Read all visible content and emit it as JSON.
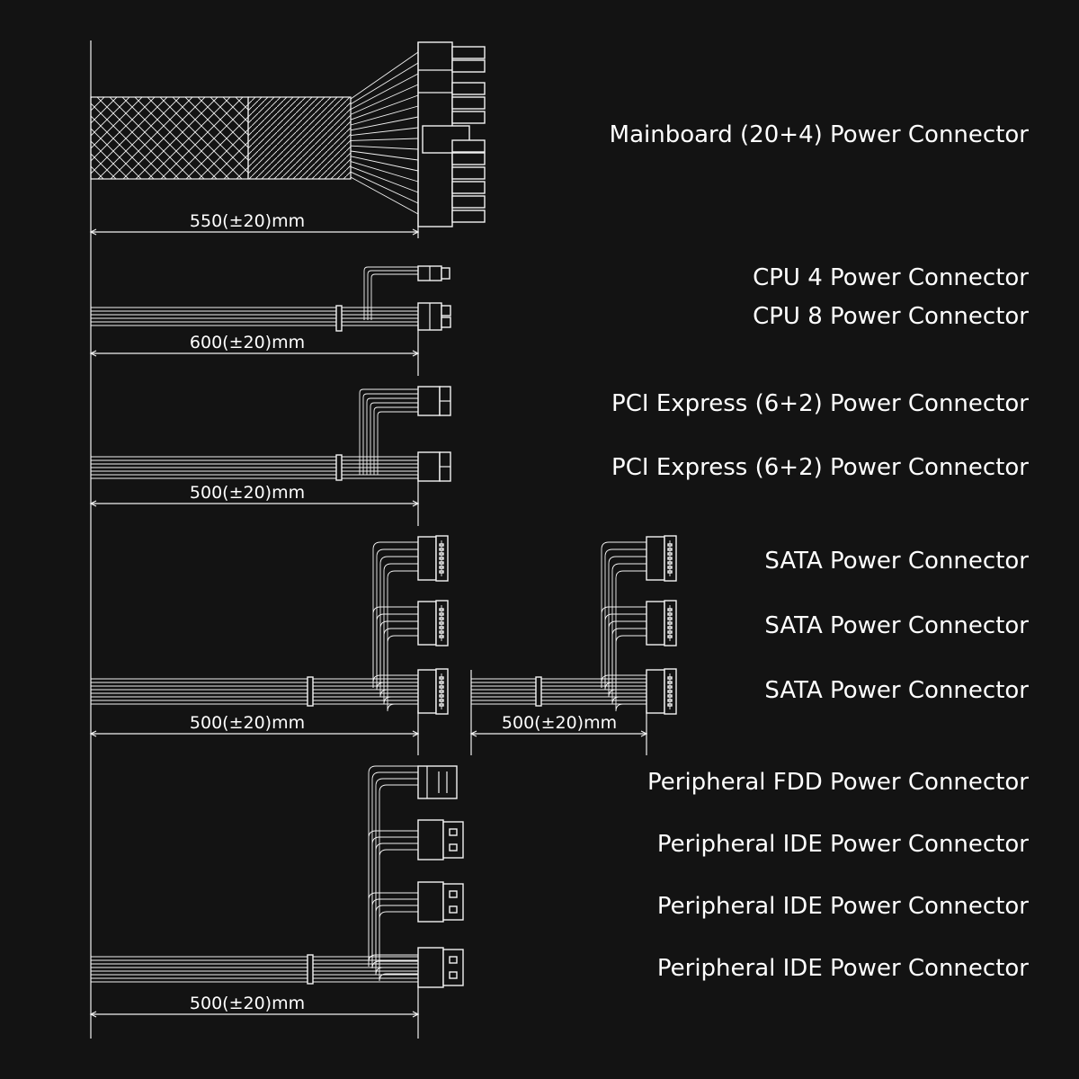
{
  "labels": {
    "mainboard": "Mainboard (20+4) Power Connector",
    "cpu4": "CPU 4 Power Connector",
    "cpu8": "CPU 8 Power Connector",
    "pcie1": "PCI Express (6+2) Power Connector",
    "pcie2": "PCI Express (6+2) Power Connector",
    "sata1": "SATA Power Connector",
    "sata2": "SATA Power Connector",
    "sata3": "SATA Power Connector",
    "fdd": "Peripheral FDD Power Connector",
    "ide1": "Peripheral IDE Power Connector",
    "ide2": "Peripheral IDE Power Connector",
    "ide3": "Peripheral IDE Power Connector"
  },
  "dimensions": {
    "mainboard": "550(±20)mm",
    "cpu": "600(±20)mm",
    "pcie": "500(±20)mm",
    "sata_main": "500(±20)mm",
    "sata_ext": "500(±20)mm",
    "peripheral": "500(±20)mm"
  },
  "colors": {
    "background": "#131313",
    "line": "#f2f2f2",
    "text": "#ffffff"
  }
}
